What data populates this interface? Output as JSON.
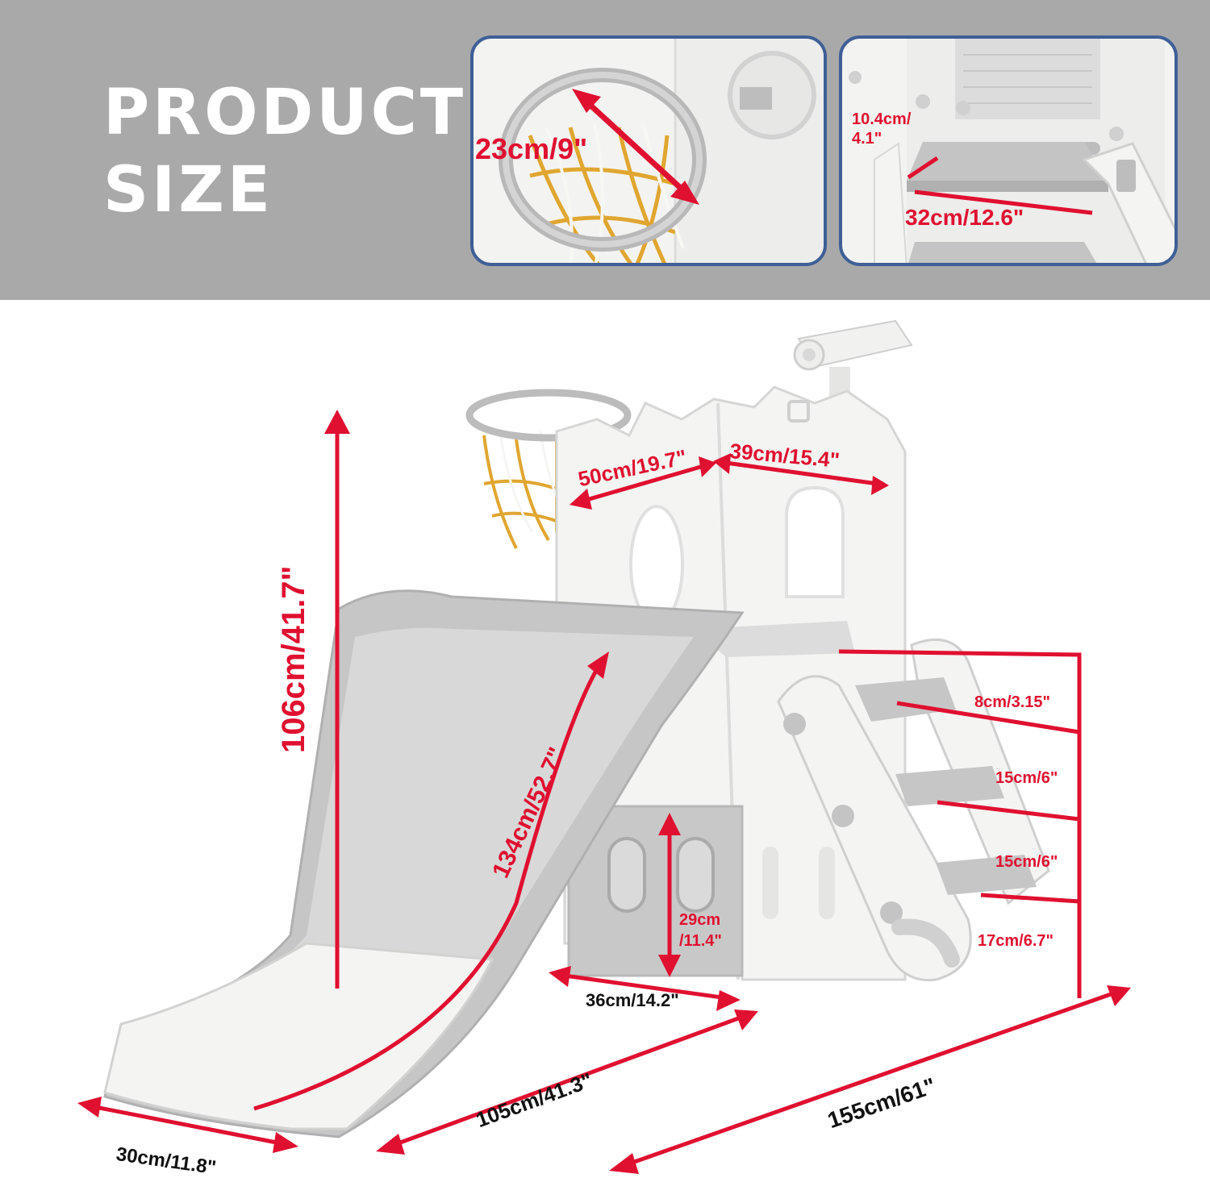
{
  "banner": {
    "title_line1": "PRODUCT",
    "title_line2": "SIZE",
    "background": "#a9a9a9"
  },
  "insets": {
    "hoop": {
      "label": "23cm/9\"",
      "subject": "basketball hoop close-up"
    },
    "step": {
      "label_depth_line1": "10.4cm/",
      "label_depth_line2": "4.1\"",
      "label_width": "32cm/12.6\"",
      "subject": "ladder step close-up"
    }
  },
  "dimensions": {
    "height": "106cm/41.7\"",
    "slide_length": "134cm/52.7\"",
    "tower_front_width": "50cm/19.7\"",
    "tower_side_width": "39cm/15.4\"",
    "step_gap_top": "8cm/3.15\"",
    "step_gap_middle_1": "15cm/6\"",
    "step_gap_middle_2": "15cm/6\"",
    "step_gap_bottom": "17cm/6.7\"",
    "underside_height_line1": "29cm",
    "underside_height_line2": "/11.4\"",
    "underside_width": "36cm/14.2\"",
    "slide_width": "30cm/11.8\"",
    "depth": "105cm/41.3\"",
    "total_length": "155cm/61\""
  },
  "colors": {
    "dimension_red": "#e01030",
    "product_white": "#f4f4f2",
    "product_grey": "#c6c6c6",
    "hoop_net_yellow": "#e0a630",
    "inset_border": "#3f5f96"
  }
}
